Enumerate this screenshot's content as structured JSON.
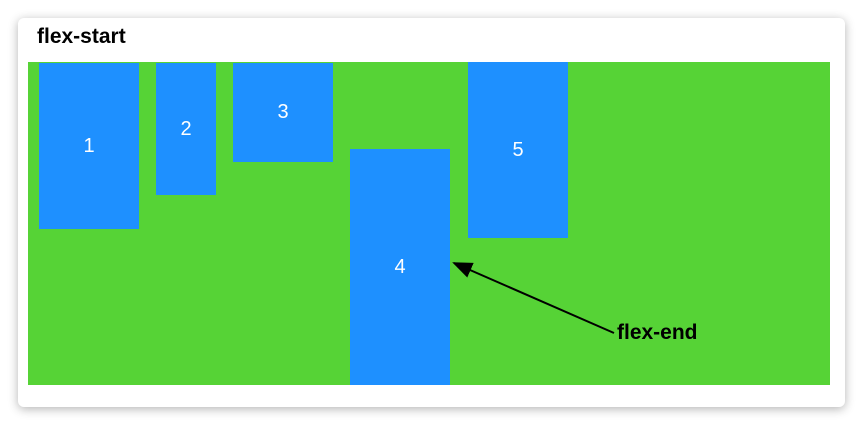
{
  "title": "flex-start",
  "items": [
    "1",
    "2",
    "3",
    "4",
    "5"
  ],
  "annotation": "flex-end",
  "colors": {
    "container": "#56d336",
    "item": "#1e90ff"
  }
}
